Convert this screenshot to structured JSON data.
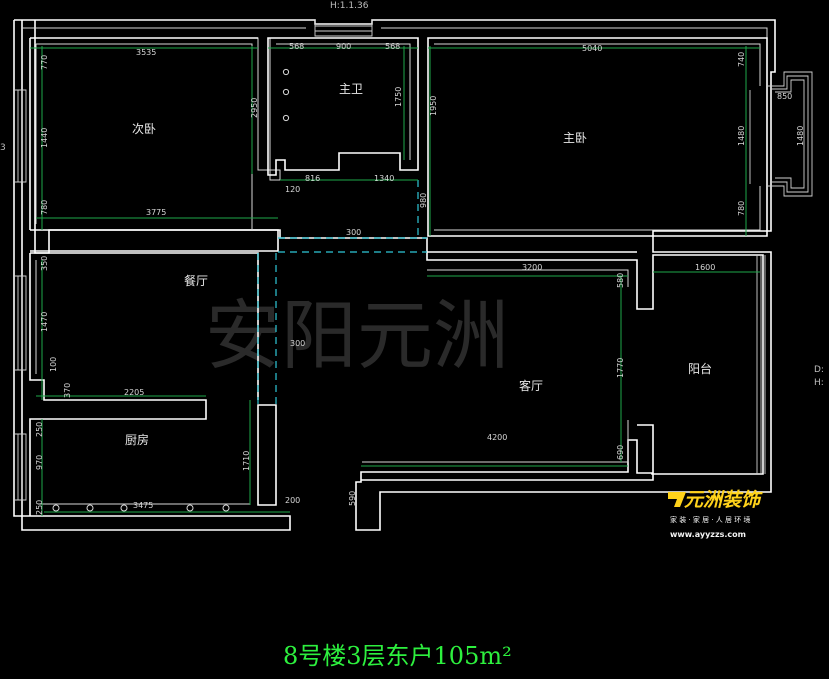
{
  "header": {
    "elevation": "H:1.1.36",
    "left_mark": "3",
    "right_mark_1": "D:",
    "right_mark_2": "H:"
  },
  "watermark": "安阳元洲",
  "rooms": {
    "second_bedroom": "次卧",
    "master_bath": "主卫",
    "master_bedroom": "主卧",
    "dining": "餐厅",
    "living": "客厅",
    "balcony": "阳台",
    "kitchen": "厨房"
  },
  "dimensions": {
    "d3535": "3535",
    "d568a": "568",
    "d900": "900",
    "d568b": "568",
    "d5040": "5040",
    "d770": "770",
    "d1440": "1440",
    "d780a": "780",
    "d2950": "2950",
    "d1750": "1750",
    "d1950": "1950",
    "d740": "740",
    "d850": "850",
    "d1480a": "1480",
    "d1480b": "1480",
    "d780b": "780",
    "d816": "816",
    "d1340": "1340",
    "d120": "120",
    "d3775": "3775",
    "d980": "980",
    "d300a": "300",
    "d3200": "3200",
    "d1600": "1600",
    "d350": "350",
    "d1470": "1470",
    "d100": "100",
    "d370": "370",
    "d2205": "2205",
    "d300b": "300",
    "d580": "580",
    "d1770": "1770",
    "d250a": "250",
    "d970": "970",
    "d1710": "1710",
    "d690": "690",
    "d4200": "4200",
    "d250b": "250",
    "d3475": "3475",
    "d200": "200",
    "d590": "590"
  },
  "title": "8号楼3层东户105m²",
  "logo": {
    "name": "元洲装饰",
    "tagline": "家 装 · 家 居 · 人 居 环 境",
    "url": "www.ayyzzs.com"
  }
}
